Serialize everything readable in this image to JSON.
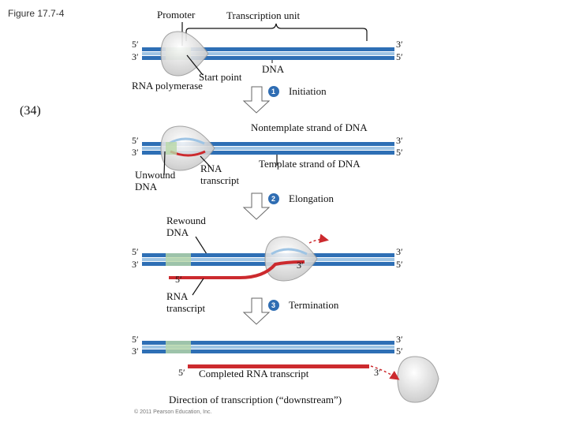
{
  "slide": {
    "title": "Figure 17.7-4",
    "side_label": "(34)"
  },
  "figure": {
    "top_labels": {
      "promoter": "Promoter",
      "transcription_unit": "Transcription unit"
    },
    "ends": {
      "five_prime": "5′",
      "three_prime": "3′"
    },
    "labels": {
      "start_point": "Start point",
      "dna": "DNA",
      "rna_polymerase": "RNA polymerase",
      "nontemplate_strand": "Nontemplate strand of DNA",
      "template_strand": "Template strand of DNA",
      "unwound_dna_1": "Unwound",
      "unwound_dna_2": "DNA",
      "rna_transcript_1": "RNA",
      "rna_transcript_2": "transcript",
      "rewound_dna_1": "Rewound",
      "rewound_dna_2": "DNA",
      "rna_transcript_3_1": "RNA",
      "rna_transcript_3_2": "transcript",
      "completed_rna": "Completed RNA transcript",
      "direction": "Direction of transcription (“downstream”)",
      "credit": "© 2011 Pearson Education, Inc."
    },
    "steps": [
      {
        "number": "1",
        "label": "Initiation"
      },
      {
        "number": "2",
        "label": "Elongation"
      },
      {
        "number": "3",
        "label": "Termination"
      }
    ],
    "colors": {
      "dna_blue": "#2e6fb5",
      "dna_light": "#9ec4e4",
      "promoter_green": "#b9d8a8",
      "rna_red": "#cc2a2e",
      "polymerase_grey": "#d9d9d9",
      "step_circle": "#2f6db3"
    }
  }
}
